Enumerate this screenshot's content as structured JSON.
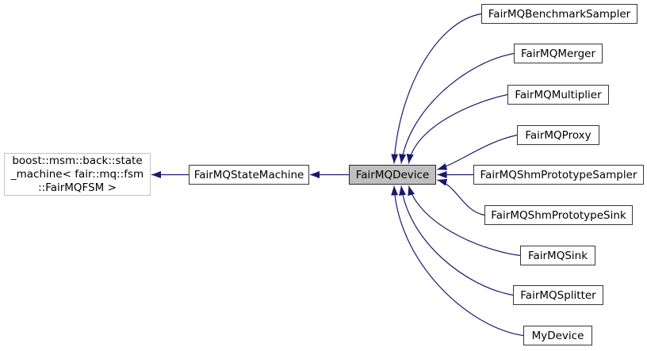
{
  "diagram": {
    "type": "class-inheritance-graph",
    "colors": {
      "edge": "#191970",
      "focus_node_fill": "#bfbfbf",
      "node_border": "#383838",
      "external_node_border": "#c2c2c2",
      "background": "#ffffff"
    },
    "base_nodes": [
      {
        "label": "boost::msm::back::state_machine< fair::mq::fsm::FairMQFSM >",
        "lines": [
          "boost::msm::back::state",
          "_machine< fair::mq::fsm",
          "::FairMQFSM >"
        ]
      },
      {
        "label": "FairMQStateMachine"
      }
    ],
    "focus_node": {
      "label": "FairMQDevice"
    },
    "derived_nodes": [
      {
        "label": "FairMQBenchmarkSampler"
      },
      {
        "label": "FairMQMerger"
      },
      {
        "label": "FairMQMultiplier"
      },
      {
        "label": "FairMQProxy"
      },
      {
        "label": "FairMQShmPrototypeSampler"
      },
      {
        "label": "FairMQShmPrototypeSink"
      },
      {
        "label": "FairMQSink"
      },
      {
        "label": "FairMQSplitter"
      },
      {
        "label": "MyDevice"
      }
    ]
  }
}
